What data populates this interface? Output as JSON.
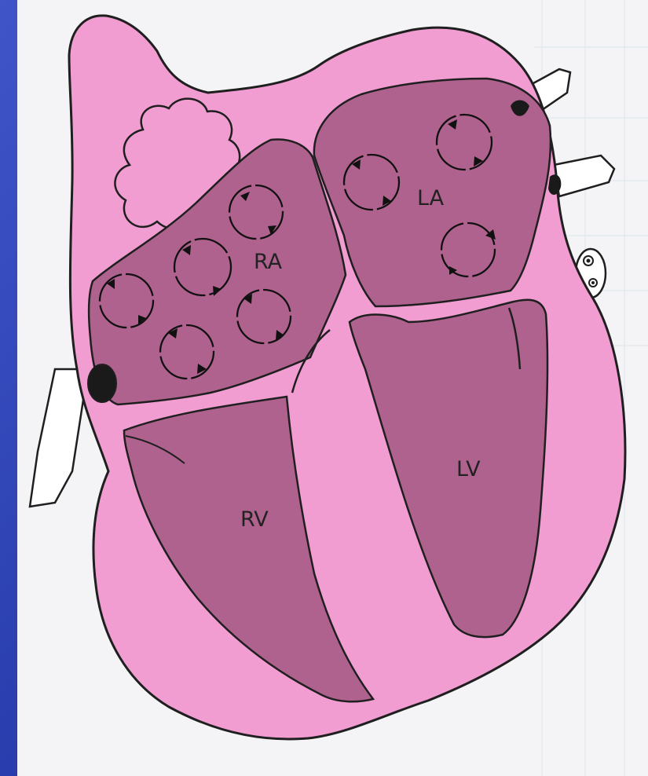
{
  "labels": {
    "ra": "RA",
    "la": "LA",
    "lv": "LV",
    "rv": "RV"
  },
  "colors": {
    "background": "#1b2fa0",
    "page": "#f4f4f6",
    "heart_wall": "#f19dd2",
    "chamber": "#b0628e",
    "outline": "#1f1f1f"
  },
  "icons": {
    "circulation": "circular-flow-arrows"
  }
}
